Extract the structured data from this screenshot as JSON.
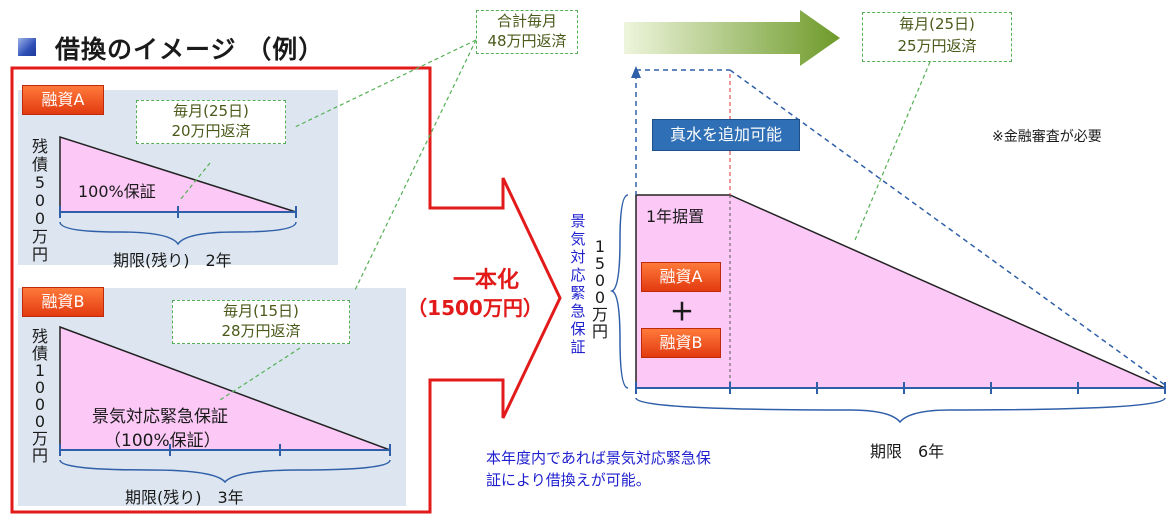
{
  "title": "借換のイメージ （例）",
  "colors": {
    "accent_red": "#e21a1a",
    "fill_pink": "#fcc9f7",
    "panel_blue": "#dde6f0",
    "guarantee_blue": "#1f1fd0"
  },
  "loan_a": {
    "tag": "融資A",
    "callout": [
      "毎月(25日)",
      "20万円返済"
    ],
    "balance": "残債500万円",
    "guarantee": "100%保証",
    "term": "期限(残り)　2年"
  },
  "loan_b": {
    "tag": "融資B",
    "callout": [
      "毎月(15日)",
      "28万円返済"
    ],
    "balance": "残債1000万円",
    "guarantee": [
      "景気対応緊急保証",
      "（100%保証）"
    ],
    "term": "期限(残り)　3年"
  },
  "consolidate": [
    "一本化",
    "（1500万円）"
  ],
  "total_callout": [
    "合計毎月",
    "48万円返済"
  ],
  "new_callout": [
    "毎月(25日)",
    "25万円返済"
  ],
  "new_loan": {
    "guarantee_label": "景気対応緊急保証",
    "amount": "1500万円",
    "grace": "1年据置",
    "tag_a": "融資A",
    "plus": "＋",
    "tag_b": "融資B",
    "term": "期限　6年"
  },
  "add_funds_button": "真水を追加可能",
  "review_note": "※金融審査が必要",
  "footnote": [
    "本年度内であれば景気対応緊急保",
    "証により借換えが可能。"
  ]
}
